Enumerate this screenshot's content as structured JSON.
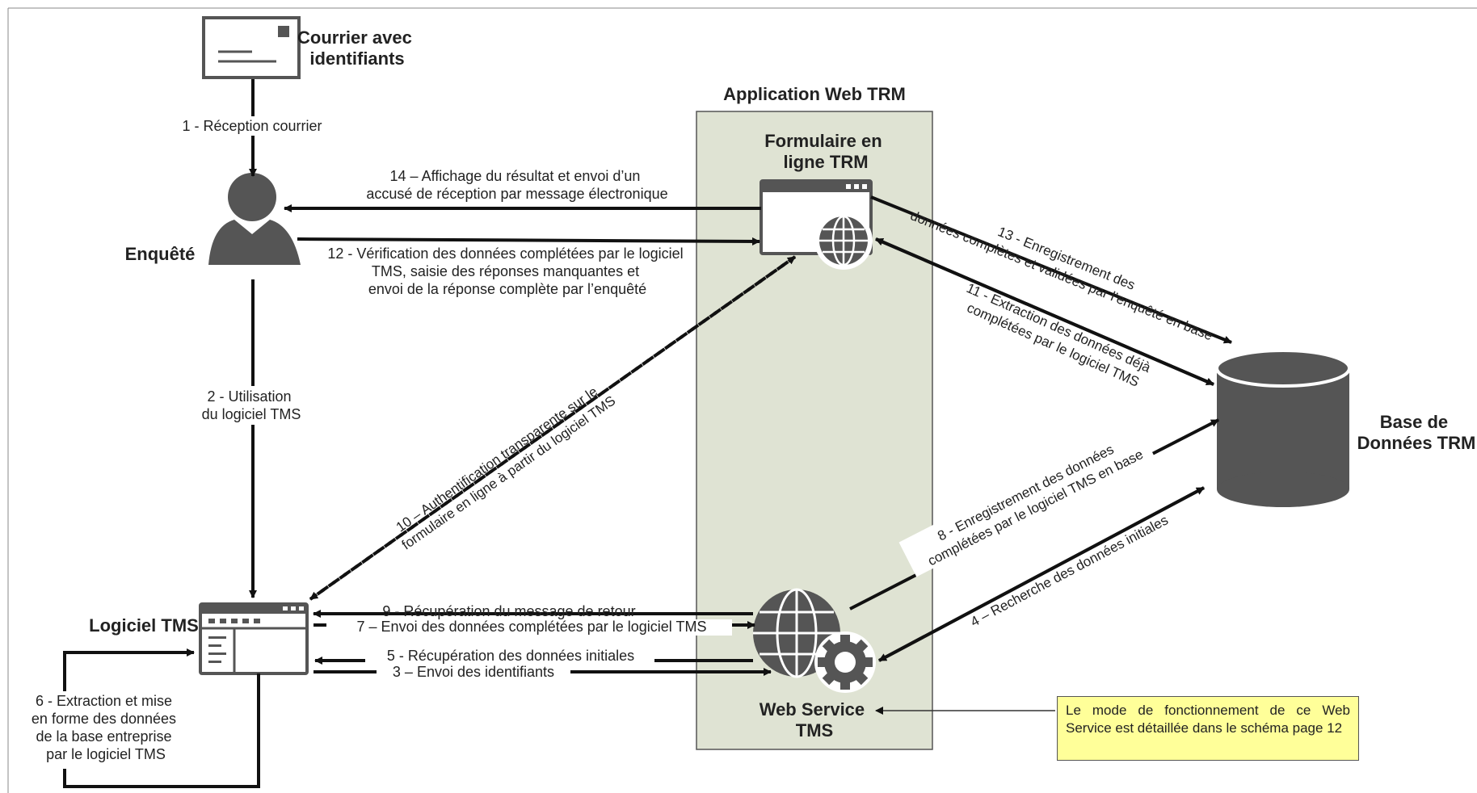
{
  "colors": {
    "panel": "#dfe3d3",
    "icon": "#555555",
    "note_bg": "#ffff99",
    "arrow": "#111111"
  },
  "nodes": {
    "letter": "Courrier avec identifiants",
    "enquete": "Enquêté",
    "app_title": "Application Web TRM",
    "form": "Formulaire en ligne TRM",
    "tms_software": "Logiciel TMS",
    "web_service": "Web Service TMS",
    "database": "Base de Données TRM"
  },
  "icons": [
    "letter-icon",
    "person-icon",
    "browser-globe-icon",
    "browser-window-icon",
    "globe-gear-icon",
    "database-icon"
  ],
  "steps": {
    "s1": "1 - Réception courrier",
    "s2": "2 - Utilisation du logiciel TMS",
    "s3": "3 – Envoi des identifiants",
    "s4": "4 – Recherche des données initiales",
    "s5": "5 - Récupération des données initiales",
    "s6": "6 - Extraction et mise en forme des données de la base entreprise par le logiciel TMS",
    "s7": "7 – Envoi des données complétées par le logiciel TMS",
    "s8": "8 - Enregistrement des données complétées par le logiciel TMS en base",
    "s9": "9 - Récupération du message de retour",
    "s10": "10 – Authentification transparente sur le formulaire en ligne à partir du logiciel TMS",
    "s11": "11 - Extraction des données déjà complétées par le logiciel TMS",
    "s12": "12 - Vérification des données complétées par le logiciel TMS, saisie des réponses manquantes et envoi de la réponse complète par l’enquêté",
    "s13": "13 - Enregistrement des données complètes et validées par l’enquêté en base",
    "s14": "14 – Affichage du résultat et envoi d’un accusé de réception par message électronique"
  },
  "note": "Le mode de fonctionnement de ce Web Service est détaillée dans le schéma page 12"
}
